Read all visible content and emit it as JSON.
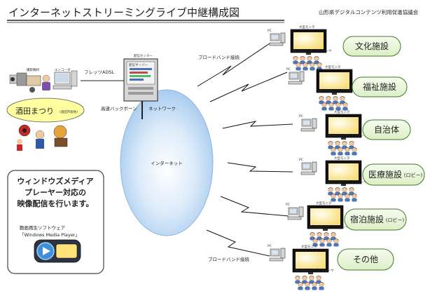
{
  "title": "インターネットストリーミングライブ中継構成図",
  "organization": "山形県デジタルコンテンツ利用促進協議会",
  "labels": {
    "internet": "インターネット",
    "flets_adsl": "フレッツADSL",
    "backbone": "高速バックボーン",
    "network": "ネットワーク",
    "broadband": "ブロードバンド接続",
    "distribution_center": "配信センター",
    "distribution_server": "配信サーバー",
    "capture_device": "撮影機材",
    "encoder": "エンコーダ",
    "sakata_festival": "酒田まつり",
    "festival_sub": "(酒田市街地)",
    "pc": "PC",
    "display": "大型モニタ",
    "player": "Windowsメディアプレーヤ"
  },
  "sites": [
    {
      "name": "文化施設",
      "suffix": ""
    },
    {
      "name": "福祉施設",
      "suffix": ""
    },
    {
      "name": "自治体",
      "suffix": ""
    },
    {
      "name": "医療施設",
      "suffix": "(ロビー)"
    },
    {
      "name": "宿泊施設",
      "suffix": "(ロビー)"
    },
    {
      "name": "その他",
      "suffix": ""
    }
  ],
  "info": {
    "line1": "ウィンドウズメディア",
    "line2": "プレーヤー対応の",
    "line3": "映像配信を行います。",
    "player_caption1": "動画再生ソフトウェア",
    "player_caption2": "「Windows Media Player」"
  }
}
